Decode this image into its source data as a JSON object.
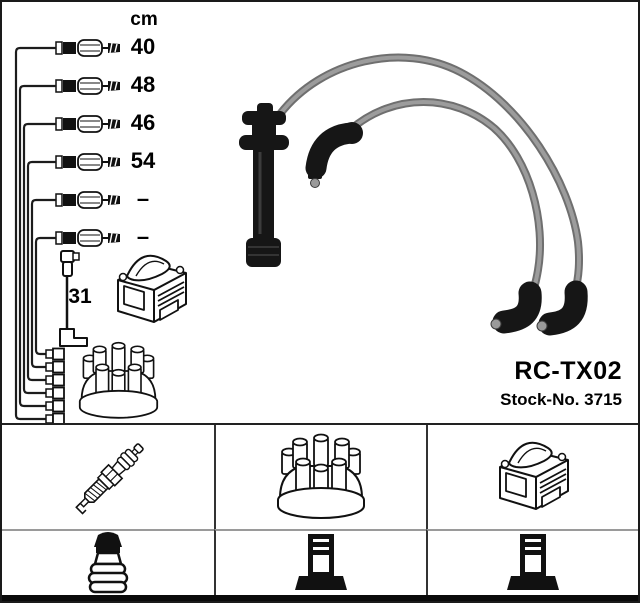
{
  "product": {
    "code": "RC-TX02",
    "stock_no": "Stock-No. 3715"
  },
  "measurements": {
    "unit": "cm",
    "values": [
      "40",
      "48",
      "46",
      "54",
      "–",
      "–"
    ],
    "coil_lead": "31"
  },
  "colors": {
    "background": "#ffffff",
    "line_art": "#111111",
    "boot_black": "#161616",
    "cable_grey": "#8a8a8a",
    "text": "#000000",
    "grid_divider_dark": "#333333",
    "grid_divider_light": "#9a9a9a"
  },
  "legend": {
    "cells": [
      {
        "icon": "spark-plug-icon"
      },
      {
        "icon": "distributor-cap-icon"
      },
      {
        "icon": "ignition-coil-icon"
      },
      {
        "icon": "plug-terminal-nut-icon"
      },
      {
        "icon": "coil-tower-terminal-icon"
      },
      {
        "icon": "coil-tower-terminal-icon"
      }
    ]
  }
}
